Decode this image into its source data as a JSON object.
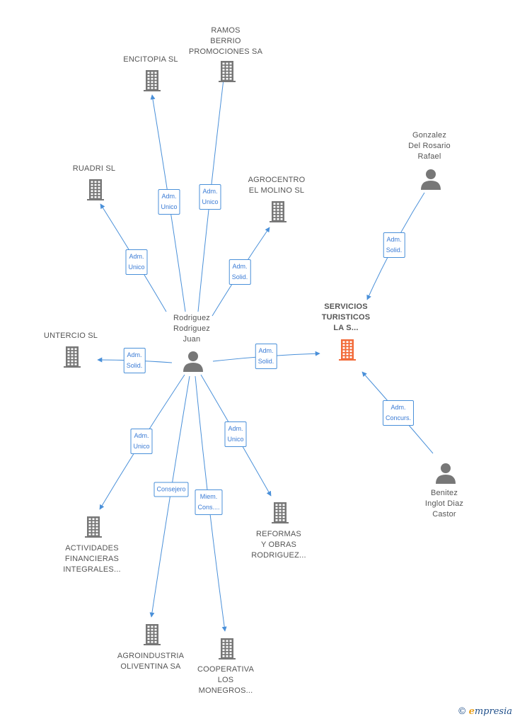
{
  "colors": {
    "edge": "#4a90d9",
    "building": "#777777",
    "focus_building": "#f26b3a",
    "person": "#777777"
  },
  "nodes": [
    {
      "id": "center",
      "type": "person",
      "label": "Rodriguez\nRodriguez\nJuan"
    },
    {
      "id": "encitopia",
      "type": "company",
      "label": "ENCITOPIA  SL"
    },
    {
      "id": "ramos",
      "type": "company",
      "label": "RAMOS\nBERRIO\nPROMOCIONES SA"
    },
    {
      "id": "ruadri",
      "type": "company",
      "label": "RUADRI SL"
    },
    {
      "id": "agrocentro",
      "type": "company",
      "label": "AGROCENTRO\nEL MOLINO  SL"
    },
    {
      "id": "untercio",
      "type": "company",
      "label": "UNTERCIO SL"
    },
    {
      "id": "servicios",
      "type": "focus",
      "label": "SERVICIOS\nTURISTICOS\nLA S..."
    },
    {
      "id": "gonzalez",
      "type": "person",
      "label": "Gonzalez\nDel Rosario\nRafael"
    },
    {
      "id": "benitez",
      "type": "person",
      "label": "Benitez\nInglot Diaz\nCastor"
    },
    {
      "id": "actividades",
      "type": "company",
      "label": "ACTIVIDADES\nFINANCIERAS\nINTEGRALES..."
    },
    {
      "id": "reformas",
      "type": "company",
      "label": "REFORMAS\nY OBRAS\nRODRIGUEZ..."
    },
    {
      "id": "agroindustria",
      "type": "company",
      "label": "AGROINDUSTRIA\nOLIVENTINA SA"
    },
    {
      "id": "cooperativa",
      "type": "company",
      "label": "COOPERATIVA\nLOS\nMONEGROS..."
    }
  ],
  "edges": [
    {
      "from": "center",
      "to": "encitopia",
      "label": "Adm.\nUnico"
    },
    {
      "from": "center",
      "to": "ramos",
      "label": "Adm.\nUnico"
    },
    {
      "from": "center",
      "to": "ruadri",
      "label": "Adm.\nUnico"
    },
    {
      "from": "center",
      "to": "agrocentro",
      "label": "Adm.\nSolid."
    },
    {
      "from": "center",
      "to": "untercio",
      "label": "Adm.\nSolid."
    },
    {
      "from": "center",
      "to": "servicios",
      "label": "Adm.\nSolid."
    },
    {
      "from": "gonzalez",
      "to": "servicios",
      "label": "Adm.\nSolid."
    },
    {
      "from": "benitez",
      "to": "servicios",
      "label": "Adm.\nConcurs."
    },
    {
      "from": "center",
      "to": "actividades",
      "label": "Adm.\nUnico"
    },
    {
      "from": "center",
      "to": "reformas",
      "label": "Adm.\nUnico"
    },
    {
      "from": "center",
      "to": "agroindustria",
      "label": "Consejero"
    },
    {
      "from": "center",
      "to": "cooperativa",
      "label": "Miem.\nCons...."
    }
  ],
  "footer": {
    "copyright": "©",
    "brand_initial": "e",
    "brand_rest": "mpresia"
  }
}
